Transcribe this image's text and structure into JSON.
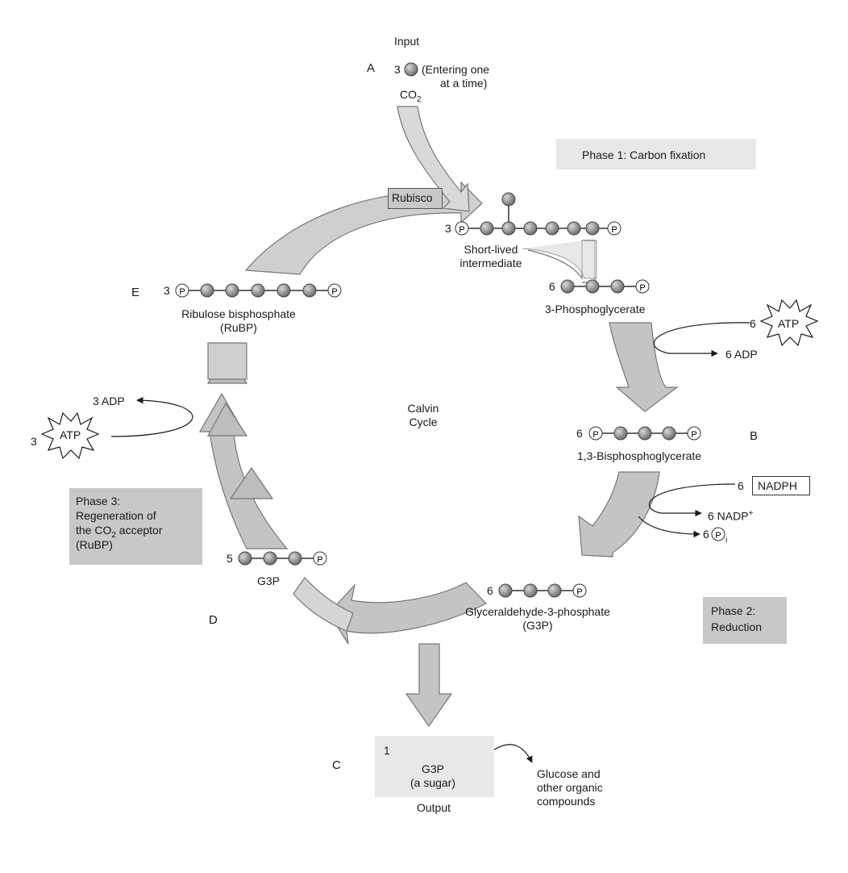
{
  "input": {
    "heading": "Input",
    "count": "3",
    "note_line1": "(Entering one",
    "note_line2": "at a time)",
    "molecule": "CO",
    "molecule_sub": "2"
  },
  "letters": {
    "a": "A",
    "b": "B",
    "c": "C",
    "d": "D",
    "e": "E"
  },
  "phase1": {
    "label": "Phase 1: Carbon fixation"
  },
  "phase2": {
    "line1": "Phase 2:",
    "line2": "Reduction"
  },
  "phase3": {
    "line1": "Phase 3:",
    "line2": "Regeneration of",
    "line3a": "the CO",
    "line3sub": "2",
    "line3b": " acceptor",
    "line4": "(RuBP)"
  },
  "enzyme": "Rubisco",
  "intermediate": {
    "count": "3",
    "line1": "Short-lived",
    "line2": "intermediate"
  },
  "pga": {
    "count": "6",
    "name": "3-Phosphoglycerate"
  },
  "bpg": {
    "count": "6",
    "name": "1,3-Bisphosphoglycerate"
  },
  "g3p_main": {
    "count": "6",
    "line1": "Glyceraldehyde-3-phosphate",
    "line2": "(G3P)"
  },
  "g3p_recycle": {
    "count": "5",
    "name": "G3P"
  },
  "rubp": {
    "count": "3",
    "line1": "Ribulose bisphosphate",
    "line2": "(RuBP)"
  },
  "center": {
    "line1": "Calvin",
    "line2": "Cycle"
  },
  "energy_right1": {
    "atp_count": "6",
    "atp": "ATP",
    "adp": "6 ADP"
  },
  "energy_right2": {
    "nadph_count": "6",
    "nadph": "NADPH",
    "nadp": "6 NADP",
    "nadp_sup": "+",
    "pi_count": "6",
    "pi_sub": "i"
  },
  "energy_left": {
    "atp_count": "3",
    "atp": "ATP",
    "adp": "3 ADP"
  },
  "output": {
    "count": "1",
    "line1": "G3P",
    "line2": "(a sugar)",
    "heading": "Output"
  },
  "product": {
    "line1": "Glucose and",
    "line2": "other organic",
    "line3": "compounds"
  },
  "phosphate_symbol": "P",
  "colors": {
    "arrow_fill": "#c9c9c9",
    "arrow_stroke": "#777777",
    "box": "#e8e8e8",
    "box_dark": "#c8c8c8",
    "ball": "#8a8a8a"
  }
}
